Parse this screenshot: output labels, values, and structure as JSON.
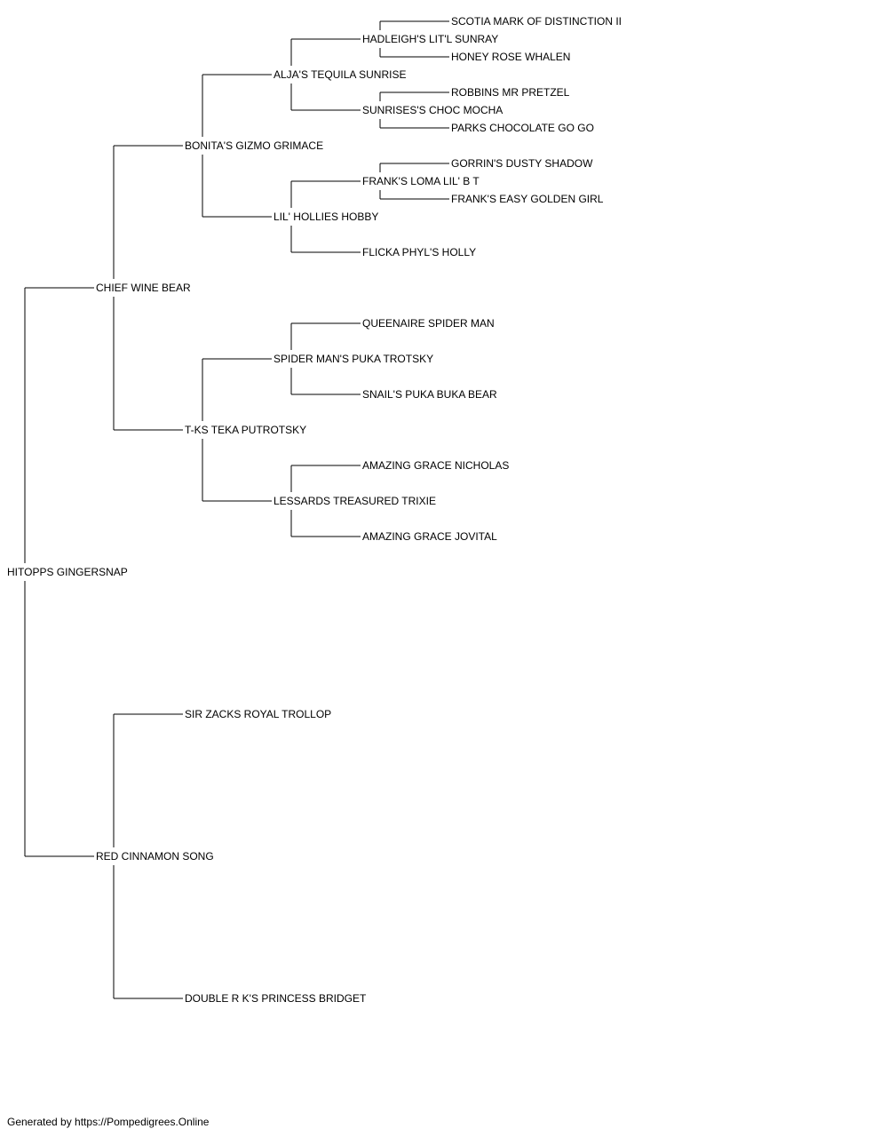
{
  "pedigree": {
    "name": "HITOPPS GINGERSNAP",
    "sire": {
      "name": "CHIEF WINE BEAR",
      "sire": {
        "name": "BONITA'S GIZMO GRIMACE",
        "sire": {
          "name": "ALJA'S TEQUILA SUNRISE",
          "sire": {
            "name": "HADLEIGH'S LIT'L SUNRAY",
            "sire": {
              "name": "SCOTIA MARK OF DISTINCTION II"
            },
            "dam": {
              "name": "HONEY ROSE WHALEN"
            }
          },
          "dam": {
            "name": "SUNRISES'S CHOC MOCHA",
            "sire": {
              "name": "ROBBINS MR PRETZEL"
            },
            "dam": {
              "name": "PARKS CHOCOLATE GO GO"
            }
          }
        },
        "dam": {
          "name": "LIL' HOLLIES HOBBY",
          "sire": {
            "name": "FRANK'S LOMA LIL' B T",
            "sire": {
              "name": "GORRIN'S DUSTY SHADOW"
            },
            "dam": {
              "name": "FRANK'S EASY GOLDEN GIRL"
            }
          },
          "dam": {
            "name": "FLICKA PHYL'S HOLLY"
          }
        }
      },
      "dam": {
        "name": "T-KS TEKA PUTROTSKY",
        "sire": {
          "name": "SPIDER MAN'S PUKA TROTSKY",
          "sire": {
            "name": "QUEENAIRE SPIDER MAN"
          },
          "dam": {
            "name": "SNAIL'S PUKA BUKA BEAR"
          }
        },
        "dam": {
          "name": "LESSARDS TREASURED TRIXIE",
          "sire": {
            "name": "AMAZING GRACE NICHOLAS"
          },
          "dam": {
            "name": "AMAZING GRACE JOVITAL"
          }
        }
      }
    },
    "dam": {
      "name": "RED CINNAMON SONG",
      "sire": {
        "name": "SIR ZACKS ROYAL TROLLOP"
      },
      "dam": {
        "name": "DOUBLE R K'S PRINCESS BRIDGET"
      }
    }
  },
  "footer": {
    "text": "Generated by https://Pompedigrees.Online"
  }
}
